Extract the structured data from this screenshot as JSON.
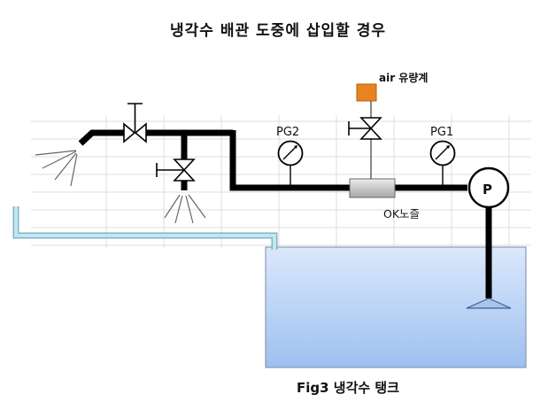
{
  "title": "냉각수 배관 도중에 삽입할 경우",
  "labels": {
    "air_flowmeter": "air 유량계",
    "pg2": "PG2",
    "pg1": "PG1",
    "ok_nozzle": "OK노즐",
    "pump": "P",
    "caption": "Fig3 냉각수 탱크"
  },
  "colors": {
    "pipe": "#000000",
    "flowmeter": "#e8841f",
    "nozzle_body": "#c8c8c8",
    "tank_top": "#dbe8fb",
    "tank_bottom": "#9ec0f0",
    "tank_border": "#7a8aa8",
    "return_pipe": "#a9d6e6",
    "strainer": "#a8c4e8"
  },
  "icons": [
    "valve-icon",
    "gauge-icon",
    "pump-icon",
    "spray-icon",
    "strainer-icon",
    "flowmeter-icon"
  ]
}
